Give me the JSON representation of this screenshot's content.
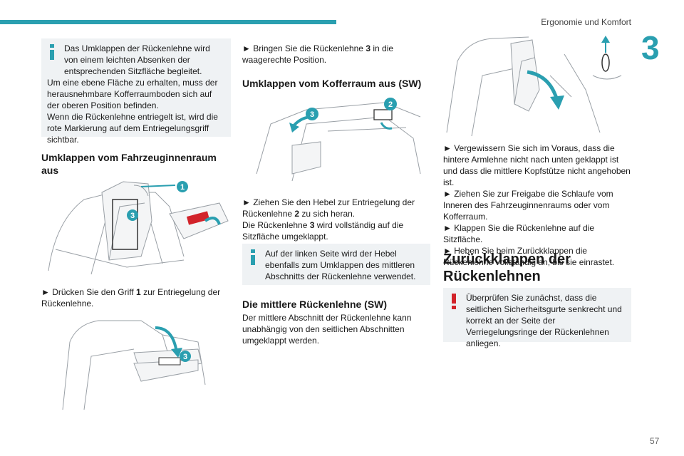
{
  "header": {
    "chapter_title": "Ergonomie und Komfort",
    "chapter_number": "3",
    "page_number": "57"
  },
  "col1": {
    "note": {
      "l1": "Das Umklappen der Rückenlehne wird von einem leichten Absenken der entsprechenden Sitzfläche begleitet.",
      "l2": "Um eine ebene Fläche zu erhalten, muss der herausnehmbare Kofferraumboden sich auf der oberen Position befinden.",
      "l3": "Wenn die Rückenlehne entriegelt ist, wird die rote Markierung auf dem Entriegelungsgriff sichtbar."
    },
    "heading": "Umklappen vom Fahrzeuginnenraum aus",
    "fig1_badges": [
      "1",
      "3"
    ],
    "step1": {
      "pre": "► Drücken Sie den Griff ",
      "num": "1",
      "post": " zur Entriegelung der Rückenlehne."
    },
    "fig2_badges": [
      "3"
    ]
  },
  "col2": {
    "step1": {
      "pre": "► Bringen Sie die Rückenlehne ",
      "num": "3",
      "post": " in die waagerechte Position."
    },
    "heading1": "Umklappen vom Kofferraum aus (SW)",
    "fig_badges": [
      "3",
      "2"
    ],
    "step2": {
      "pre": "► Ziehen Sie den Hebel zur Entriegelung der Rückenlehne ",
      "num": "2",
      "post": " zu sich heran.",
      "l2pre": "Die Rückenlehne ",
      "l2num": "3",
      "l2post": " wird vollständig auf die Sitzfläche umgeklappt."
    },
    "note": "Auf der linken Seite wird der Hebel ebenfalls zum Umklappen des mittleren Abschnitts der Rückenlehne verwendet.",
    "heading2": "Die mittlere Rückenlehne (SW)",
    "para": "Der mittlere Abschnitt der Rückenlehne kann unabhängig von den seitlichen Abschnitten umgeklappt werden."
  },
  "col3": {
    "steps": [
      "► Vergewissern Sie sich im Voraus, dass die hintere Armlehne nicht nach unten geklappt ist und dass die mittlere Kopfstütze nicht angehoben ist.",
      "► Ziehen Sie zur Freigabe die Schlaufe vom Inneren des Fahrzeuginnenraums oder vom Kofferraum.",
      "► Klappen Sie die Rückenlehne auf die Sitzfläche.",
      "► Heben Sie beim Zurückklappen die Rückenlehne vollständig an, bis sie einrastet."
    ],
    "heading": "Zurückklappen der Rückenlehnen",
    "warning": "Überprüfen Sie zunächst, dass die seitlichen Sicherheitsgurte senkrecht und korrekt an der Seite der Verriegelungsringe der Rückenlehnen anliegen."
  },
  "colors": {
    "accent": "#2a9fb0",
    "note_bg": "#eff2f4",
    "warning": "#d2232a"
  }
}
